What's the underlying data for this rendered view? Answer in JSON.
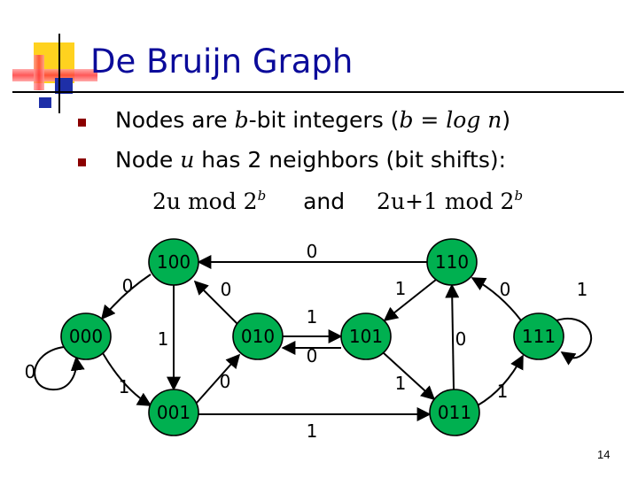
{
  "slide": {
    "title": "De Bruijn Graph",
    "page_number": "14"
  },
  "bullets": [
    {
      "pre": "Nodes are ",
      "var": "b",
      "mid": "-bit integers (",
      "math": "b = log n",
      "post": ")"
    },
    {
      "pre": "Node ",
      "var": "u",
      "post": " has 2 neighbors (bit shifts):"
    }
  ],
  "formula": {
    "left_expr": "2u mod 2",
    "left_sup": "b",
    "and": "and",
    "right_expr": "2u+1 mod 2",
    "right_sup": "b"
  },
  "graph": {
    "nodes": [
      {
        "id": "000",
        "label": "000"
      },
      {
        "id": "001",
        "label": "001"
      },
      {
        "id": "010",
        "label": "010"
      },
      {
        "id": "011",
        "label": "011"
      },
      {
        "id": "100",
        "label": "100"
      },
      {
        "id": "101",
        "label": "101"
      },
      {
        "id": "110",
        "label": "110"
      },
      {
        "id": "111",
        "label": "111"
      }
    ],
    "edges": [
      {
        "from": "000",
        "to": "000",
        "label": "0"
      },
      {
        "from": "000",
        "to": "001",
        "label": "1"
      },
      {
        "from": "001",
        "to": "010",
        "label": "0"
      },
      {
        "from": "001",
        "to": "011",
        "label": "1"
      },
      {
        "from": "010",
        "to": "100",
        "label": "0"
      },
      {
        "from": "010",
        "to": "101",
        "label": "1"
      },
      {
        "from": "011",
        "to": "110",
        "label": "0"
      },
      {
        "from": "011",
        "to": "111",
        "label": "1"
      },
      {
        "from": "100",
        "to": "000",
        "label": "0"
      },
      {
        "from": "100",
        "to": "001",
        "label": "1"
      },
      {
        "from": "101",
        "to": "010",
        "label": "0"
      },
      {
        "from": "101",
        "to": "011",
        "label": "1"
      },
      {
        "from": "110",
        "to": "100",
        "label": "0"
      },
      {
        "from": "110",
        "to": "101",
        "label": "1"
      },
      {
        "from": "111",
        "to": "110",
        "label": "0"
      },
      {
        "from": "111",
        "to": "111",
        "label": "1"
      }
    ]
  },
  "colors": {
    "title": "#0b0b9a",
    "node_fill": "#00b050",
    "bullet": "#8b0000",
    "deco_yellow": "#ffd21f",
    "deco_red": "#ff4040",
    "deco_blue": "#1e2fa8"
  }
}
